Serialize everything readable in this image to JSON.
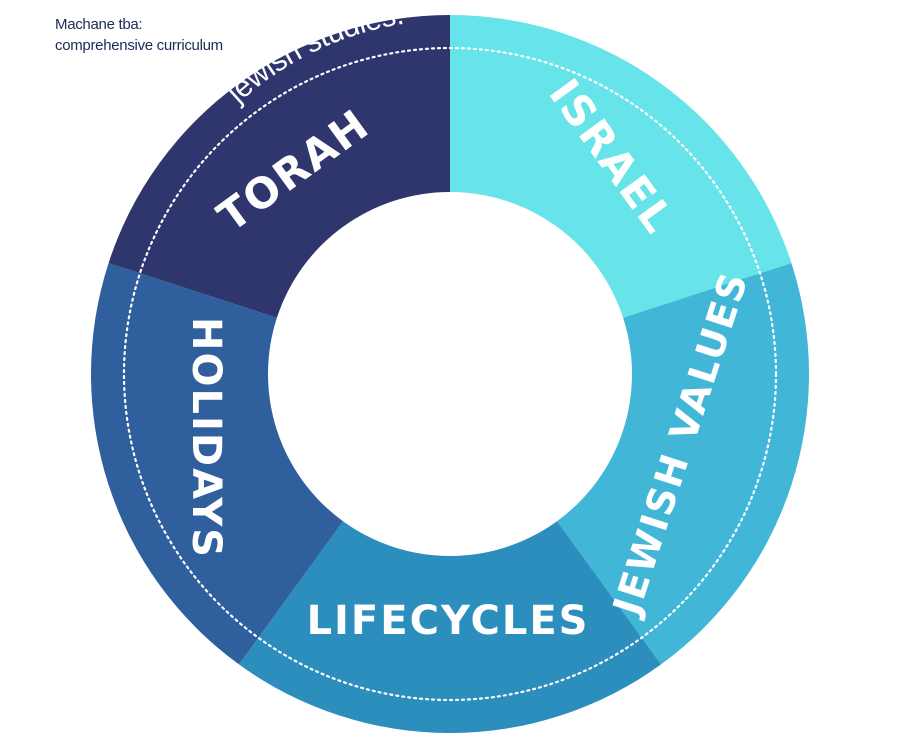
{
  "caption": {
    "line1": "Machane tba:",
    "line2": "comprehensive curriculum"
  },
  "wheel": {
    "arc_title": "jewish studies.",
    "segments": [
      {
        "label": "ISRAEL",
        "color": "#67e4e9"
      },
      {
        "label": "JEWISH VALUES",
        "color": "#41b6d7"
      },
      {
        "label": "LIFECYCLES",
        "color": "#2b8ebc"
      },
      {
        "label": "HOLIDAYS",
        "color": "#2f5f9d"
      },
      {
        "label": "TORAH",
        "color": "#2f356d"
      }
    ],
    "ring_color": "#ffffff"
  }
}
